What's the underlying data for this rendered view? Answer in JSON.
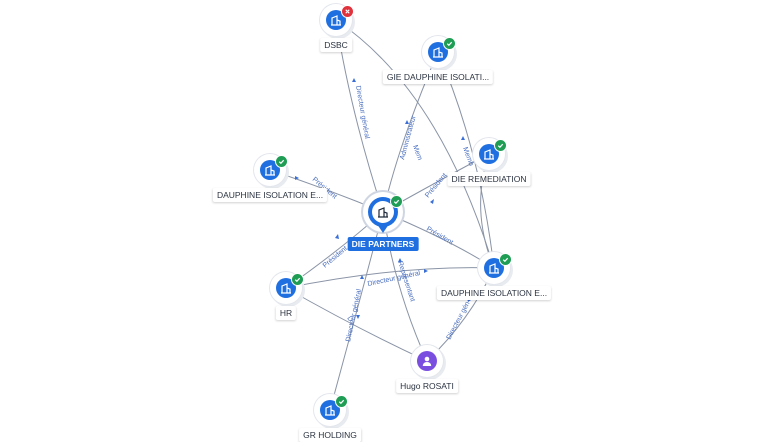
{
  "nodes": {
    "dsbc": {
      "label": "DSBC",
      "type": "company",
      "status": "error"
    },
    "gie": {
      "label": "GIE DAUPHINE ISOLATI...",
      "type": "company",
      "status": "ok"
    },
    "dauphine_isolation_left": {
      "label": "DAUPHINE ISOLATION E...",
      "type": "company",
      "status": "ok"
    },
    "die_remediation": {
      "label": "DIE REMEDIATION",
      "type": "company",
      "status": "ok"
    },
    "die_partners": {
      "label": "DIE PARTNERS",
      "type": "company",
      "status": "ok",
      "focus": true
    },
    "hr": {
      "label": "HR",
      "type": "company",
      "status": "ok"
    },
    "dauphine_isolation_right": {
      "label": "DAUPHINE ISOLATION E...",
      "type": "company",
      "status": "ok"
    },
    "hugo_rosati": {
      "label": "Hugo ROSATI",
      "type": "person",
      "status": "none"
    },
    "gr_holding": {
      "label": "GR HOLDING",
      "type": "company",
      "status": "ok"
    }
  },
  "edge_labels": {
    "dsbc_partners": "Directeur général",
    "gie_partners": "Administrateur",
    "remediation_right": "Memb",
    "partners_remediation": "Président",
    "partners_right": "Président",
    "hr_partners": "Président",
    "hr_right": "Directeur général",
    "gr_partners": "Directeur général",
    "rosati_partners": "Représentant",
    "rosati_right": "Directeur gén",
    "left_partners": "Président",
    "gie_right": "Mem",
    "hr_rosati": "D"
  },
  "colors": {
    "company": "#1f6fe0",
    "person": "#7a4fe0",
    "ok": "#1f9d55",
    "error": "#e0323c",
    "edge": "#8a94a6",
    "edge_label": "#4a6fbf"
  },
  "icons": {
    "company": "building-icon",
    "person": "person-icon",
    "ok": "check-icon",
    "error": "close-icon"
  }
}
